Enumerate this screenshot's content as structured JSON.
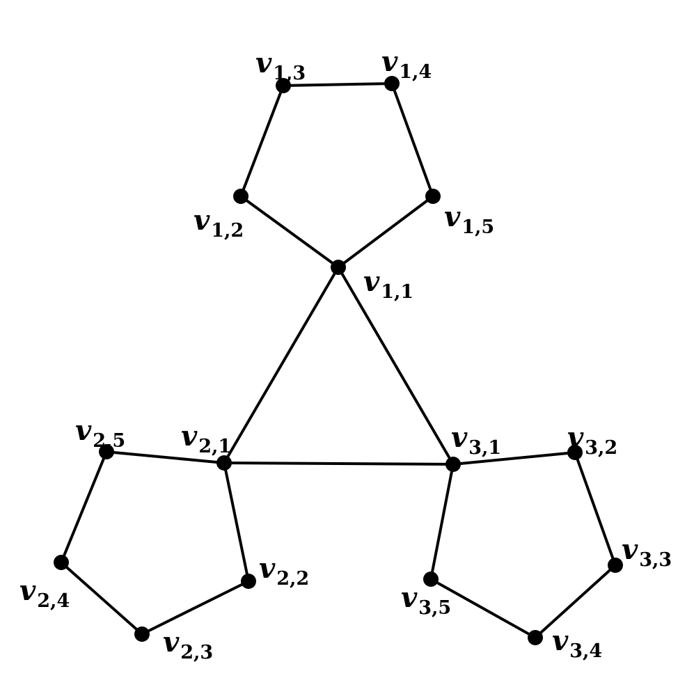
{
  "diagram": {
    "type": "graph",
    "vertices": [
      {
        "id": "v11",
        "label": {
          "base": "v",
          "sub": "1,1"
        }
      },
      {
        "id": "v12",
        "label": {
          "base": "v",
          "sub": "1,2"
        }
      },
      {
        "id": "v13",
        "label": {
          "base": "v",
          "sub": "1,3"
        }
      },
      {
        "id": "v14",
        "label": {
          "base": "v",
          "sub": "1,4"
        }
      },
      {
        "id": "v15",
        "label": {
          "base": "v",
          "sub": "1,5"
        }
      },
      {
        "id": "v21",
        "label": {
          "base": "v",
          "sub": "2,1"
        }
      },
      {
        "id": "v22",
        "label": {
          "base": "v",
          "sub": "2,2"
        }
      },
      {
        "id": "v23",
        "label": {
          "base": "v",
          "sub": "2,3"
        }
      },
      {
        "id": "v24",
        "label": {
          "base": "v",
          "sub": "2,4"
        }
      },
      {
        "id": "v25",
        "label": {
          "base": "v",
          "sub": "2,5"
        }
      },
      {
        "id": "v31",
        "label": {
          "base": "v",
          "sub": "3,1"
        }
      },
      {
        "id": "v32",
        "label": {
          "base": "v",
          "sub": "3,2"
        }
      },
      {
        "id": "v33",
        "label": {
          "base": "v",
          "sub": "3,3"
        }
      },
      {
        "id": "v34",
        "label": {
          "base": "v",
          "sub": "3,4"
        }
      },
      {
        "id": "v35",
        "label": {
          "base": "v",
          "sub": "3,5"
        }
      }
    ],
    "edges": [
      [
        "v11",
        "v12"
      ],
      [
        "v12",
        "v13"
      ],
      [
        "v13",
        "v14"
      ],
      [
        "v14",
        "v15"
      ],
      [
        "v15",
        "v11"
      ],
      [
        "v21",
        "v22"
      ],
      [
        "v22",
        "v23"
      ],
      [
        "v23",
        "v24"
      ],
      [
        "v24",
        "v25"
      ],
      [
        "v25",
        "v21"
      ],
      [
        "v31",
        "v32"
      ],
      [
        "v32",
        "v33"
      ],
      [
        "v33",
        "v34"
      ],
      [
        "v34",
        "v35"
      ],
      [
        "v35",
        "v31"
      ],
      [
        "v11",
        "v21"
      ],
      [
        "v21",
        "v31"
      ],
      [
        "v31",
        "v11"
      ]
    ]
  },
  "colors": {
    "ink": "#000000",
    "background": "#ffffff"
  }
}
